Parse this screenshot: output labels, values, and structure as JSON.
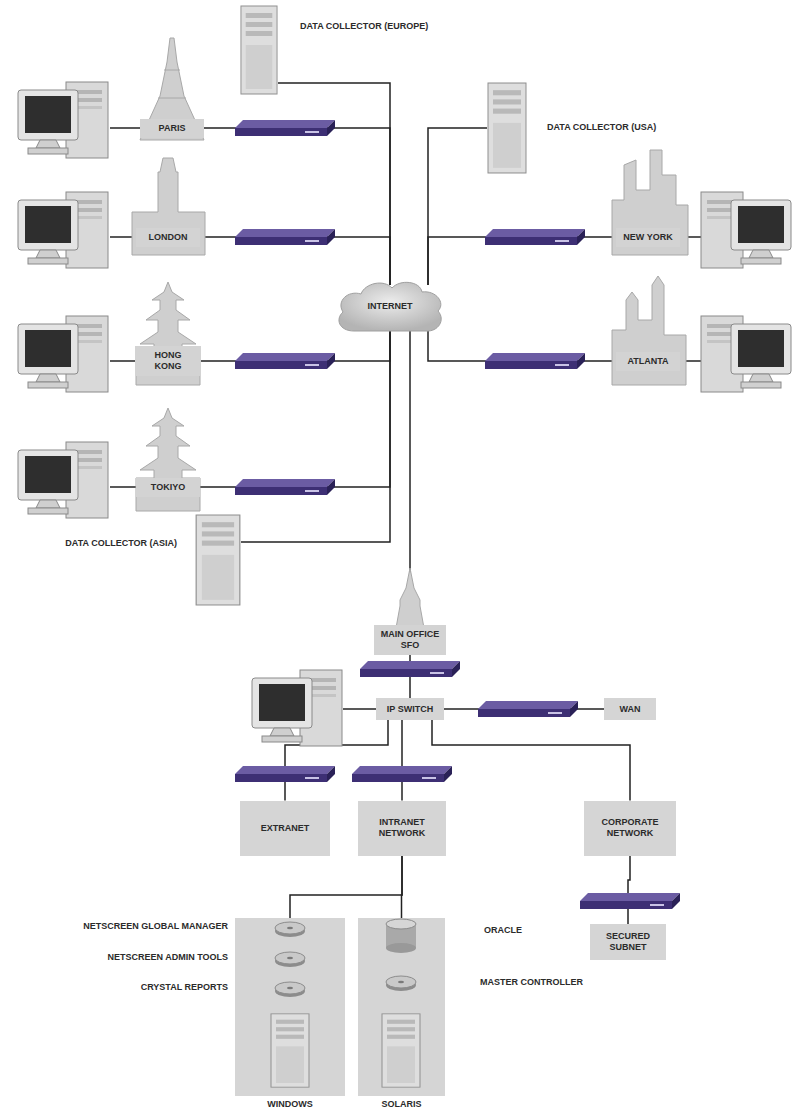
{
  "diagram": {
    "nodes": [
      {
        "text": [
          "PARIS"
        ]
      },
      {
        "text": [
          "DATA COLLECTOR (EUROPE)"
        ]
      },
      {
        "text": [
          "LONDON"
        ]
      },
      {
        "text": [
          "DATA COLLECTOR (USA)"
        ]
      },
      {
        "text": [
          "NEW YORK"
        ]
      },
      {
        "text": [
          "INTERNET"
        ]
      },
      {
        "text": [
          "HONG KONG"
        ]
      },
      {
        "text": [
          "ATLANTA"
        ]
      },
      {
        "text": [
          "TOKIYO"
        ]
      },
      {
        "text": [
          "DATA COLLECTOR (ASIA)"
        ]
      },
      {
        "text": [
          "MAIN OFFICE SFO"
        ]
      },
      {
        "text": [
          "IP SWITCH"
        ]
      },
      {
        "text": [
          "WAN"
        ]
      },
      {
        "text": [
          "EXTRANET"
        ]
      },
      {
        "text": [
          "INTRANET NETWORK"
        ]
      },
      {
        "text": [
          "CORPORATE NETWORK"
        ]
      },
      {
        "text": [
          "SECURED SUBNET"
        ]
      },
      {
        "text": [
          "WINDOWS"
        ]
      },
      {
        "text": [
          "SOLARIS"
        ]
      }
    ],
    "edges": [
      {
        "from": 0,
        "to": 5,
        "arrow": "none"
      },
      {
        "from": 1,
        "to": 5,
        "arrow": "none"
      },
      {
        "from": 2,
        "to": 5,
        "arrow": "none"
      },
      {
        "from": 3,
        "to": 5,
        "arrow": "none"
      },
      {
        "from": 4,
        "to": 5,
        "arrow": "none"
      },
      {
        "from": 6,
        "to": 5,
        "arrow": "none"
      },
      {
        "from": 7,
        "to": 5,
        "arrow": "none"
      },
      {
        "from": 8,
        "to": 5,
        "arrow": "none"
      },
      {
        "from": 9,
        "to": 5,
        "arrow": "none"
      },
      {
        "from": 5,
        "to": 10,
        "arrow": "none"
      },
      {
        "from": 10,
        "to": 11,
        "arrow": "none"
      },
      {
        "from": 11,
        "to": 12,
        "arrow": "none"
      },
      {
        "from": 11,
        "to": 13,
        "arrow": "none"
      },
      {
        "from": 11,
        "to": 14,
        "arrow": "none"
      },
      {
        "from": 11,
        "to": 15,
        "arrow": "none"
      },
      {
        "from": 15,
        "to": 16,
        "arrow": "none"
      },
      {
        "from": 14,
        "to": 17,
        "arrow": "none"
      },
      {
        "from": 14,
        "to": 18,
        "arrow": "none"
      }
    ],
    "labels": [
      "NETSCREEN GLOBAL MANAGER",
      "NETSCREEN ADMIN TOOLS",
      "CRYSTAL REPORTS",
      "ORACLE",
      "MASTER CONTROLLER"
    ]
  }
}
